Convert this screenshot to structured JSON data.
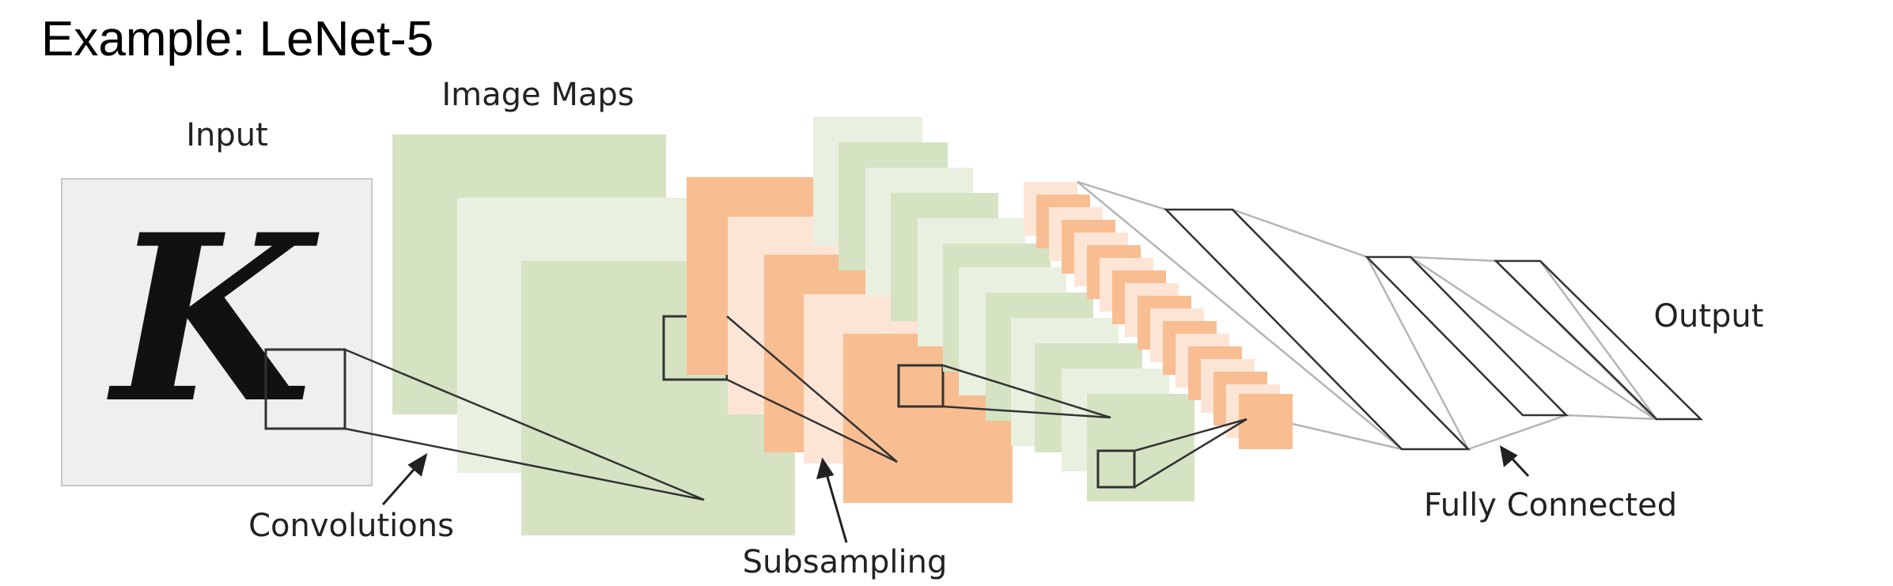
{
  "title": "Example: LeNet-5",
  "labels": {
    "input": "Input",
    "image_maps": "Image Maps",
    "output": "Output",
    "convolutions": "Convolutions",
    "subsampling": "Subsampling",
    "fully_connected": "Fully Connected"
  },
  "input_glyph": "K",
  "colors": {
    "green": "#d5e3c3",
    "light_green": "#e9f0df",
    "orange": "#f8bd91",
    "peach": "#fde5d6",
    "input_bg": "#efefef",
    "line": "#333333",
    "fc_line": "#b5b5b5"
  }
}
